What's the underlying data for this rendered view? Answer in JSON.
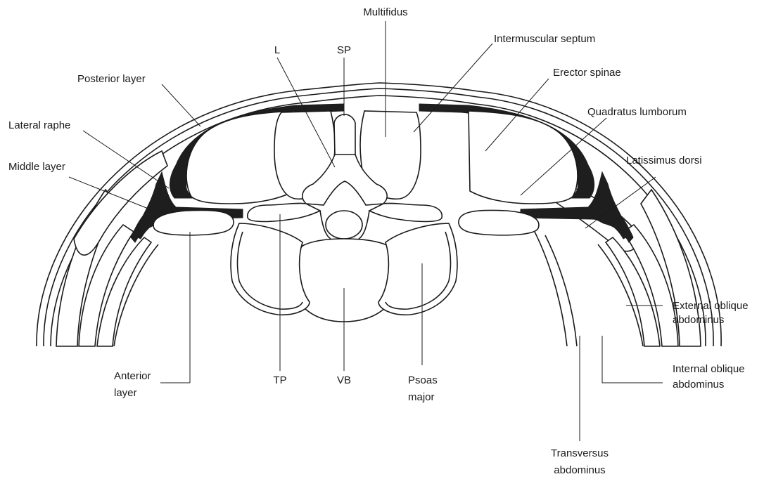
{
  "labels": {
    "multifidus": "Multifidus",
    "intermuscular_septum": "Intermuscular septum",
    "l": "L",
    "sp": "SP",
    "posterior_layer": "Posterior layer",
    "erector_spinae": "Erector spinae",
    "lateral_raphe": "Lateral raphe",
    "quadratus_lumborum": "Quadratus lumborum",
    "middle_layer": "Middle layer",
    "latissimus_dorsi": "Latissimus dorsi",
    "external_oblique_1": "External oblique",
    "external_oblique_2": "abdominus",
    "anterior_layer_1": "Anterior",
    "anterior_layer_2": "layer",
    "tp": "TP",
    "vb": "VB",
    "psoas_1": "Psoas",
    "psoas_2": "major",
    "internal_oblique_1": "Internal oblique",
    "internal_oblique_2": "abdominus",
    "transversus_1": "Transversus",
    "transversus_2": "abdominus"
  }
}
